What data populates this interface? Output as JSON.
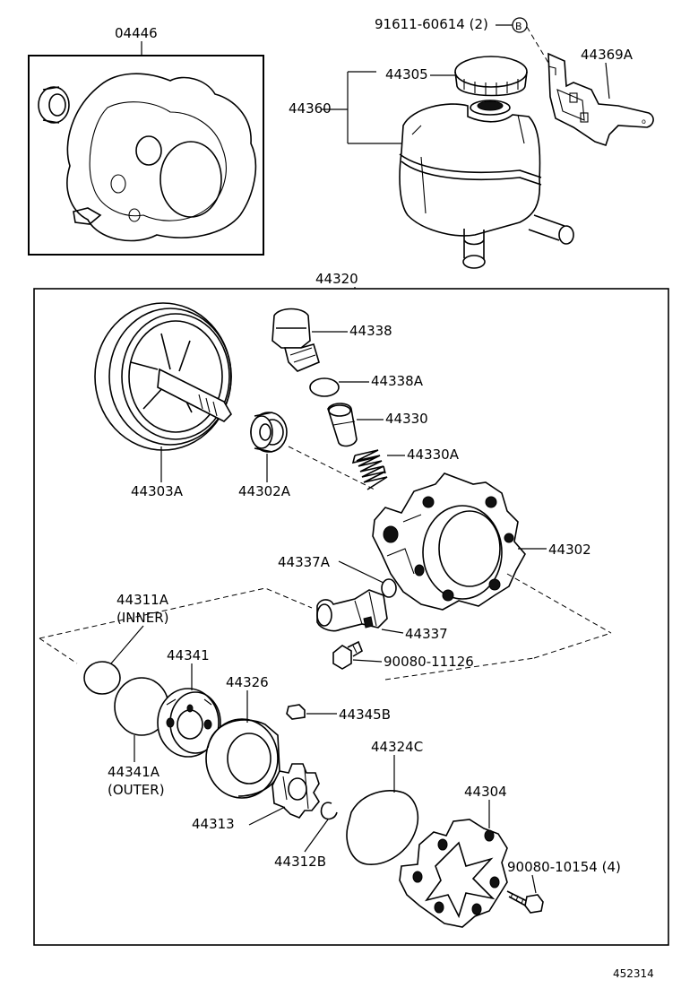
{
  "labels": {
    "kit": "04446",
    "clip_bolt": "91611-60614 (2)",
    "ref_b": "B",
    "cap": "44305",
    "bracket": "44369A",
    "reservoir": "44360",
    "pump_assy": "44320",
    "control_valve": "44338",
    "o_ring_valve": "44338A",
    "flow_valve": "44330",
    "spring": "44330A",
    "pulley_shaft": "44303A",
    "oil_seal": "44302A",
    "housing": "44302",
    "union_o_ring": "44337A",
    "suction_port": "44337",
    "bolt_suction": "90080-11126",
    "o_ring_inner": "44311A",
    "inner": "(INNER)",
    "side_plate": "44341",
    "cam_ring": "44326",
    "vane": "44345B",
    "o_ring_outer": "44341A",
    "outer": "(OUTER)",
    "gasket": "44324C",
    "cover": "44304",
    "rotor": "44313",
    "snap_ring": "44312B",
    "bolt_cover": "90080-10154 (4)",
    "figure_no": "452314"
  }
}
